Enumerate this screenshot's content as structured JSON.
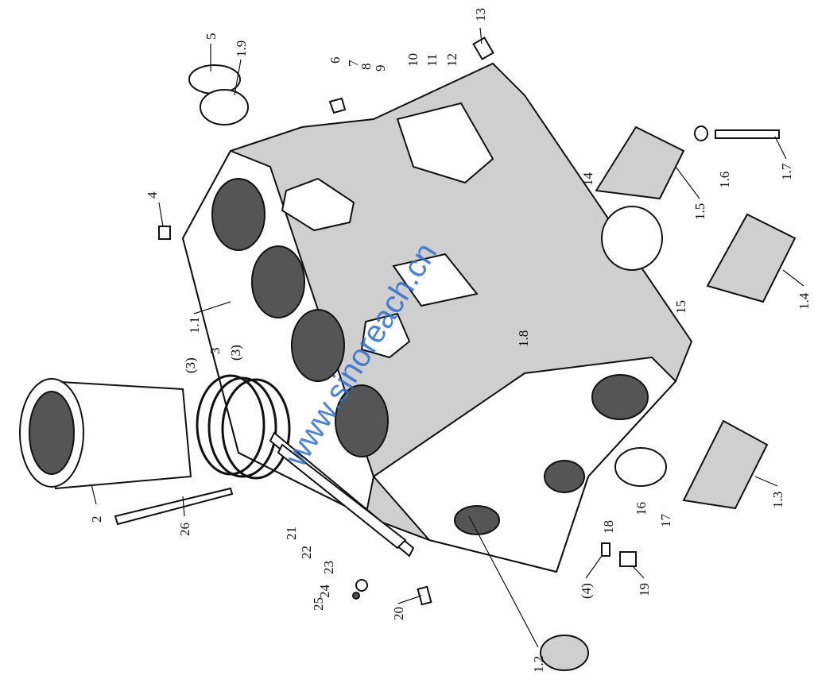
{
  "labels": {
    "l5": "5",
    "l1_9": "1.9",
    "l6": "6",
    "l7": "7",
    "l8": "8",
    "l9": "9",
    "l10": "10",
    "l11": "11",
    "l12": "12",
    "l13": "13",
    "l4": "4",
    "l1_1": "1.1",
    "l14": "14",
    "l1_5": "1.5",
    "l1_6": "1.6",
    "l1_7": "1.7",
    "l15": "15",
    "l1_4": "1.4",
    "l1_8": "1.8",
    "l3a": "(3)",
    "l3": "3",
    "l3b": "(3)",
    "l2": "2",
    "l26": "26",
    "l21": "21",
    "l22": "22",
    "l23": "23",
    "l24": "24",
    "l25": "25",
    "l20": "20",
    "l1_2": "1.2",
    "l4p": "(4)",
    "l19": "19",
    "l18": "18",
    "l16": "16",
    "l17": "17",
    "l1_3": "1.3"
  },
  "watermark": "www.sinoreach.cn",
  "colors": {
    "watermark": "#2f6fd0"
  }
}
